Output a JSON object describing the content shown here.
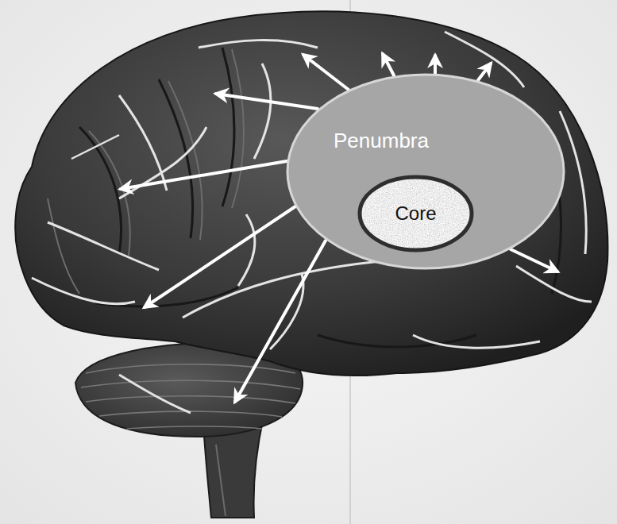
{
  "diagram": {
    "nodes": [
      {
        "text": [
          "Penumbra"
        ]
      },
      {
        "text": [
          "Core"
        ],
        "in": 0
      }
    ]
  }
}
